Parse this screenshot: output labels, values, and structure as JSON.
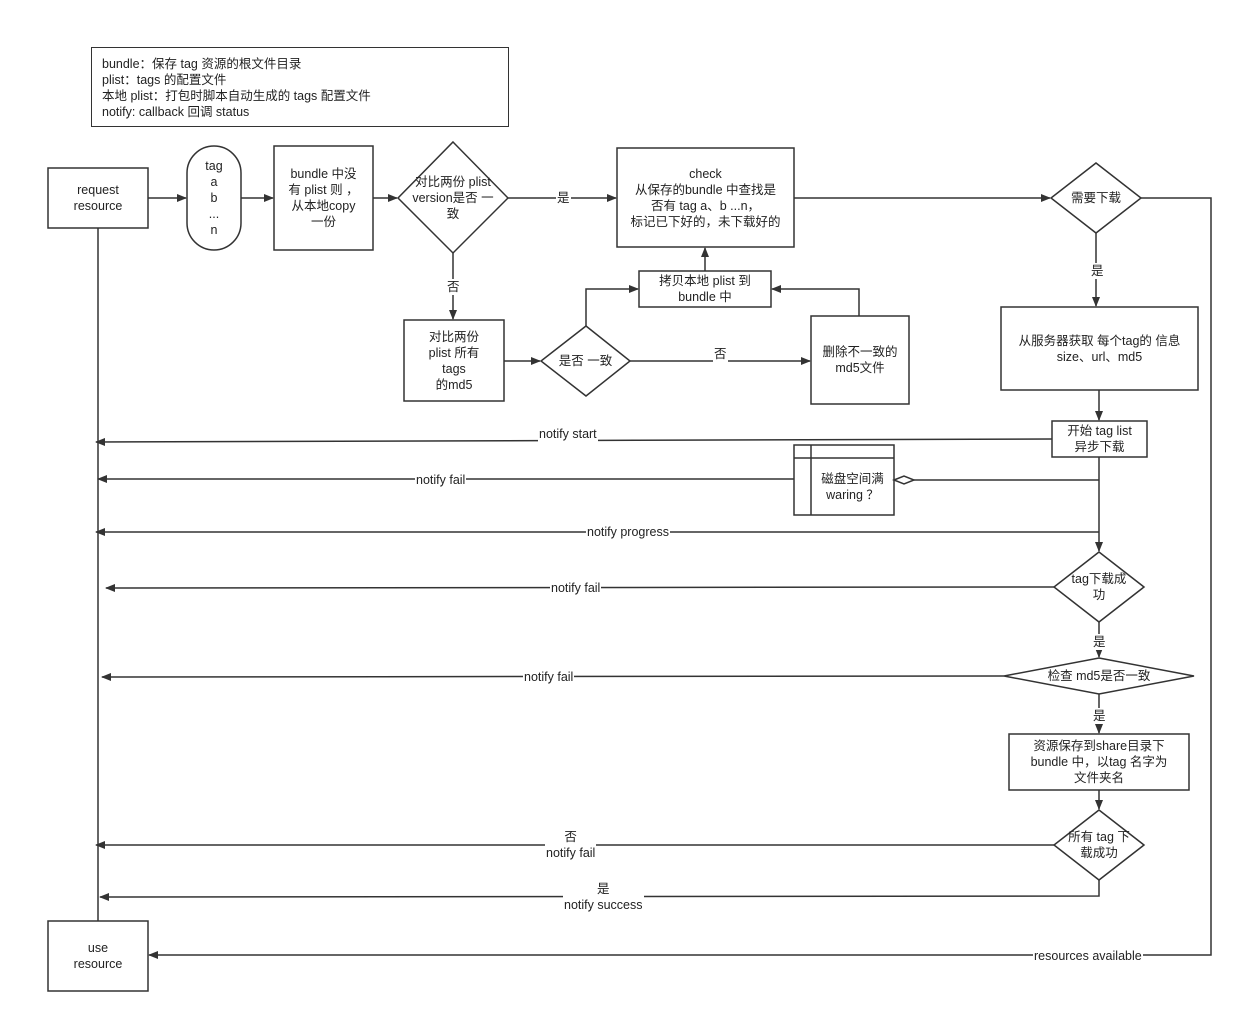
{
  "legend": [
    "bundle：保存 tag 资源的根文件目录",
    "plist：tags 的配置文件",
    "本地 plist：打包时脚本自动生成的 tags 配置文件",
    "notify: callback 回调 status"
  ],
  "nodes": {
    "request_resource": "request\nresource",
    "tags": "tag\na\nb\n...\nn",
    "copy_bundle": "bundle 中没\n有 plist 则 ，\n从本地copy\n一份",
    "compare_version": "对比两份 plist\nversion是否 一\n致",
    "check": "check\n从保存的bundle 中查找是\n否有 tag a、b ...n，\n标记已下好的，未下载好的",
    "need_download": "需要下载",
    "copy_local_plist": "拷贝本地 plist 到\nbundle 中",
    "compare_md5": "对比两份\nplist 所有\ntags\n的md5",
    "is_consistent": "是否 一致",
    "delete_md5": "删除不一致的\nmd5文件",
    "fetch_info": "从服务器获取 每个tag的 信息\nsize、url、md5",
    "start_download": "开始 tag list\n异步下载",
    "disk_full": "磁盘空间满\nwaring ？",
    "tag_success": "tag下载成\n功",
    "check_md5": "检查 md5是否一致",
    "save_resource": "资源保存到share目录下\nbundle 中，以tag 名字为\n文件夹名",
    "all_success": "所有 tag 下\n载成功",
    "use_resource": "use\nresource"
  },
  "labels": {
    "yes_check": "是",
    "no_compare": "否",
    "no_consistent": "否",
    "yes_need": "是",
    "notify_start": "notify start",
    "notify_fail_disk": "notify fail",
    "notify_progress": "notify progress",
    "notify_fail_tag": "notify fail",
    "yes_tag": "是",
    "notify_fail_md5": "notify fail",
    "yes_md5": "是",
    "no_all": "否\nnotify fail",
    "yes_all": "是\nnotify success",
    "resources_available": "resources available"
  }
}
